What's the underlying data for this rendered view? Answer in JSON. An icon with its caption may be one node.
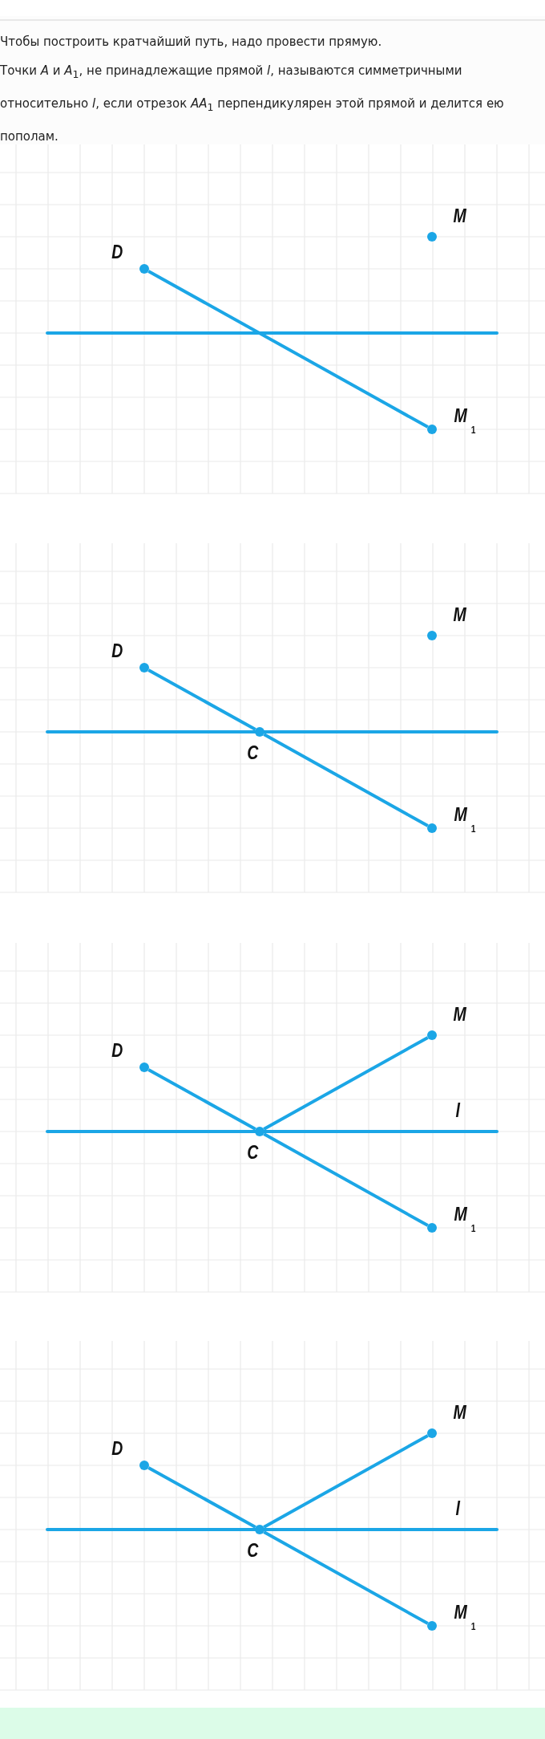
{
  "diagram": {
    "nodes": [
      {
        "text": [],
        "shape": "circle",
        "beside": [
          "M"
        ]
      },
      {
        "text": [],
        "shape": "circle",
        "beside": [
          "D"
        ]
      },
      {
        "text": [],
        "shape": "circle",
        "beside": [
          "M$_{1}$"
        ]
      },
      {
        "text": [],
        "shape": "circle",
        "beside": [
          "M"
        ]
      },
      {
        "text": [],
        "shape": "circle",
        "beside": [
          "D"
        ]
      },
      {
        "text": [],
        "shape": "circle",
        "beside": [
          "C"
        ]
      },
      {
        "text": [],
        "shape": "circle",
        "beside": [
          "M$_{1}$"
        ]
      },
      {
        "text": [],
        "shape": "circle",
        "beside": [
          "M"
        ]
      },
      {
        "text": [],
        "shape": "circle",
        "beside": [
          "D"
        ]
      },
      {
        "text": [],
        "shape": "circle",
        "beside": [
          "C"
        ]
      },
      {
        "text": [],
        "shape": "circle",
        "beside": [
          "M$_{1}$"
        ]
      },
      {
        "text": [],
        "shape": "circle",
        "beside": [
          "M"
        ]
      },
      {
        "text": [],
        "shape": "circle",
        "beside": [
          "D"
        ]
      },
      {
        "text": [],
        "shape": "circle",
        "beside": [
          "C"
        ]
      },
      {
        "text": [],
        "shape": "circle",
        "beside": [
          "M$_{1}$"
        ]
      }
    ],
    "edges": [
      {
        "from": 1,
        "to": 2,
        "arrow": "none"
      },
      {
        "from": 4,
        "to": 5,
        "arrow": "none"
      },
      {
        "from": 5,
        "to": 6,
        "arrow": "none"
      },
      {
        "from": 8,
        "to": 9,
        "arrow": "none"
      },
      {
        "from": 9,
        "to": 7,
        "arrow": "none"
      },
      {
        "from": 9,
        "to": 10,
        "arrow": "none"
      },
      {
        "from": 12,
        "to": 13,
        "arrow": "none"
      },
      {
        "from": 13,
        "to": 11,
        "arrow": "none"
      },
      {
        "from": 13,
        "to": 14,
        "arrow": "none"
      }
    ],
    "labels": [
      "Чтобы построить кратчайший путь, надо провести прямую.",
      "Точки *A* и *A*$_{1}$, не принадлежащие прямой *l*, называются симметричными относительно *l*, если отрезок *AA*$_{1}$ перпендикулярен этой прямой и делится ею пополам.",
      "l",
      "l"
    ]
  }
}
